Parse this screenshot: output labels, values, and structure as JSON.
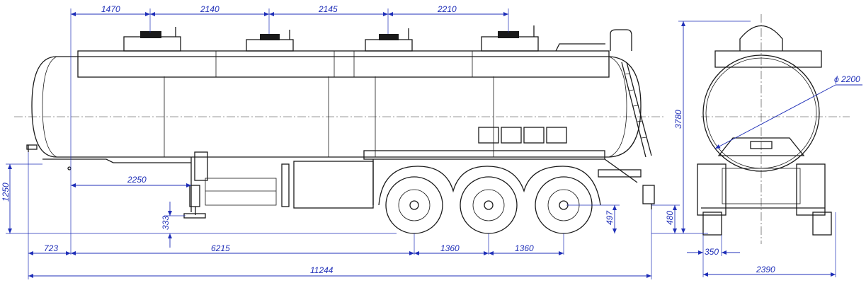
{
  "dimensions": {
    "top_1": "1470",
    "top_2": "2140",
    "top_3": "2145",
    "top_4": "2210",
    "height_1250": "1250",
    "frame_2250": "2250",
    "height_333": "333",
    "front_723": "723",
    "len_6215": "6215",
    "axle_1": "1360",
    "axle_2": "1360",
    "total_length": "11244",
    "height_497": "497",
    "height_480": "480",
    "total_height": "3780",
    "diameter": "ϕ 2200",
    "track_350": "350",
    "width_2390": "2390"
  },
  "colors": {
    "line": "#1a1a1a",
    "dimension": "#1f2fb8"
  }
}
